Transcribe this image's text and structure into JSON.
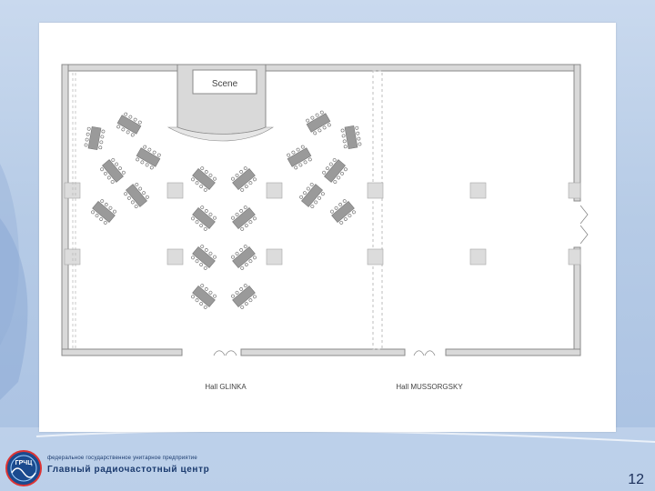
{
  "plan": {
    "stage_label": "Scene",
    "halls": [
      {
        "label": "Hall GLINKA"
      },
      {
        "label": "Hall MUSSORGSKY"
      }
    ]
  },
  "footer": {
    "org_line": "федеральное государственное унитарное предприятие",
    "org_name": "Главный радиочастотный центр",
    "logo_text": "ГРЧЦ"
  },
  "page": {
    "number": "12"
  },
  "colors": {
    "wall": "#8a8a8a",
    "wall_fill": "#d9d9d9",
    "table": "#9a9a9a",
    "accent": "#1a3a6e"
  },
  "icons": [
    "logo-icon",
    "door-icon",
    "table-icon"
  ]
}
